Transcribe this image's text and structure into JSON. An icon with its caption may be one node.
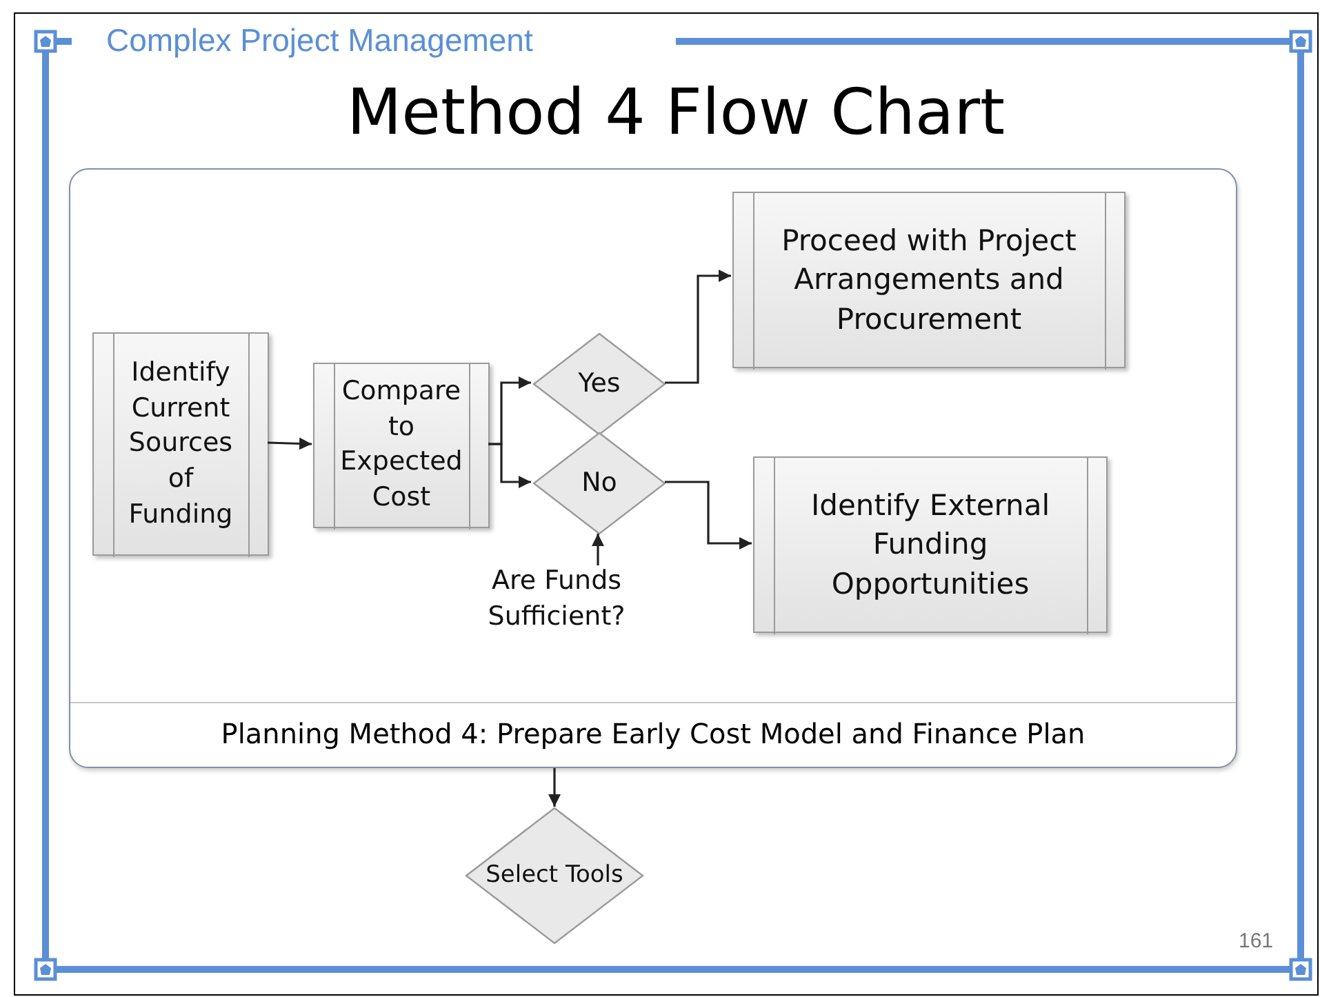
{
  "diagram": {
    "title": "Method 4 Flow Chart",
    "nodes": [
      {
        "text": [
          "Planning Method 4: Prepare Early Cost Model and Finance Plan"
        ]
      },
      {
        "text": [
          "Identify Current Sources of Funding"
        ],
        "in": 0
      },
      {
        "text": [
          "Compare to Expected Cost"
        ],
        "in": 0
      },
      {
        "text": [
          "Yes"
        ],
        "in": 0
      },
      {
        "text": [
          "No"
        ],
        "in": 0
      },
      {
        "text": [
          "Proceed with Project Arrangements and Procurement"
        ],
        "in": 0
      },
      {
        "text": [
          "Identify External Funding Opportunities"
        ],
        "in": 0
      },
      {
        "text": [
          "Are Funds Sufficient?"
        ],
        "in": 0
      },
      {
        "text": [
          "Select Tools"
        ]
      }
    ],
    "edges": [
      {
        "from": 1,
        "to": 2,
        "arrow": "to"
      },
      {
        "from": 2,
        "to": 3,
        "arrow": "to"
      },
      {
        "from": 2,
        "to": 4,
        "arrow": "to"
      },
      {
        "from": 3,
        "to": 5,
        "arrow": "to"
      },
      {
        "from": 4,
        "to": 6,
        "arrow": "to"
      },
      {
        "from": 7,
        "to": 4,
        "arrow": "to"
      },
      {
        "from": 0,
        "to": 8,
        "arrow": "to"
      }
    ],
    "labels": [
      "Complex Project Management",
      "161"
    ]
  }
}
